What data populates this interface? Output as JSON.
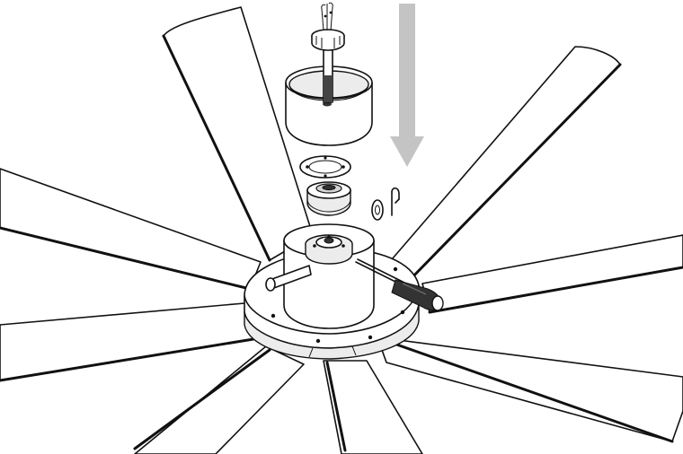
{
  "figure": {
    "colors": {
      "line": "#111111",
      "background": "#ffffff",
      "arrow": "#c4c4c4",
      "screwdriver_handle": "#2a2a2a"
    },
    "parts": [
      "ceiling-fan-blade",
      "down-rod-with-wires",
      "canopy-cover",
      "mounting-ring",
      "bearing-collar",
      "washer",
      "cotter-pin",
      "motor-hub",
      "hub-plate",
      "mounting-bolt",
      "screwdriver"
    ],
    "assembly_arrow": {
      "direction": "down",
      "icon": "down-arrow-icon"
    }
  }
}
